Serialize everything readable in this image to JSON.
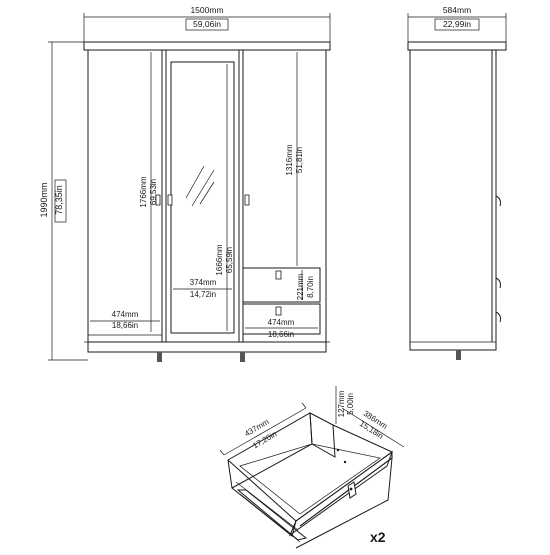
{
  "front_view": {
    "width_mm": "1500mm",
    "width_in": "59,06in",
    "height_mm": "1990mm",
    "height_in": "78,35in",
    "left_door_inner_height_mm": "1766mm",
    "left_door_inner_height_in": "69,53in",
    "mirror_height_mm": "1666mm",
    "mirror_height_in": "65,59in",
    "mirror_width_mm": "374mm",
    "mirror_width_in": "14,72in",
    "left_shelf_width_mm": "474mm",
    "left_shelf_width_in": "18,66in",
    "right_upper_height_mm": "1316mm",
    "right_upper_height_in": "51,81in",
    "drawer_height_mm": "221mm",
    "drawer_height_in": "8,70in",
    "right_drawer_width_mm": "474mm",
    "right_drawer_width_in": "18,66in"
  },
  "side_view": {
    "depth_mm": "584mm",
    "depth_in": "22,99in"
  },
  "drawer_detail": {
    "width_mm": "437mm",
    "width_in": "17,20in",
    "depth_mm": "386mm",
    "depth_in": "15,18in",
    "height_mm": "127mm",
    "height_in": "5,00in",
    "quantity": "x2"
  }
}
